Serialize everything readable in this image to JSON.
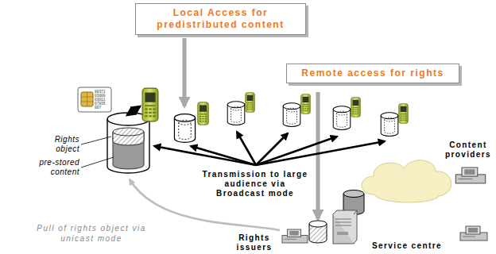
{
  "diagram": {
    "nodes": [
      {
        "text": [
          "Local Access for predistributed content"
        ]
      },
      {
        "text": [
          "Remote access for rights"
        ]
      }
    ],
    "labels": [
      "88372 03000 03011 67835 007",
      "Rights object",
      "pre-stored content",
      "Transmission to large audience via Broadcast mode",
      "Pull of rights object via unicast mode",
      "Rights issuers",
      "Content providers",
      "Service centre"
    ]
  }
}
